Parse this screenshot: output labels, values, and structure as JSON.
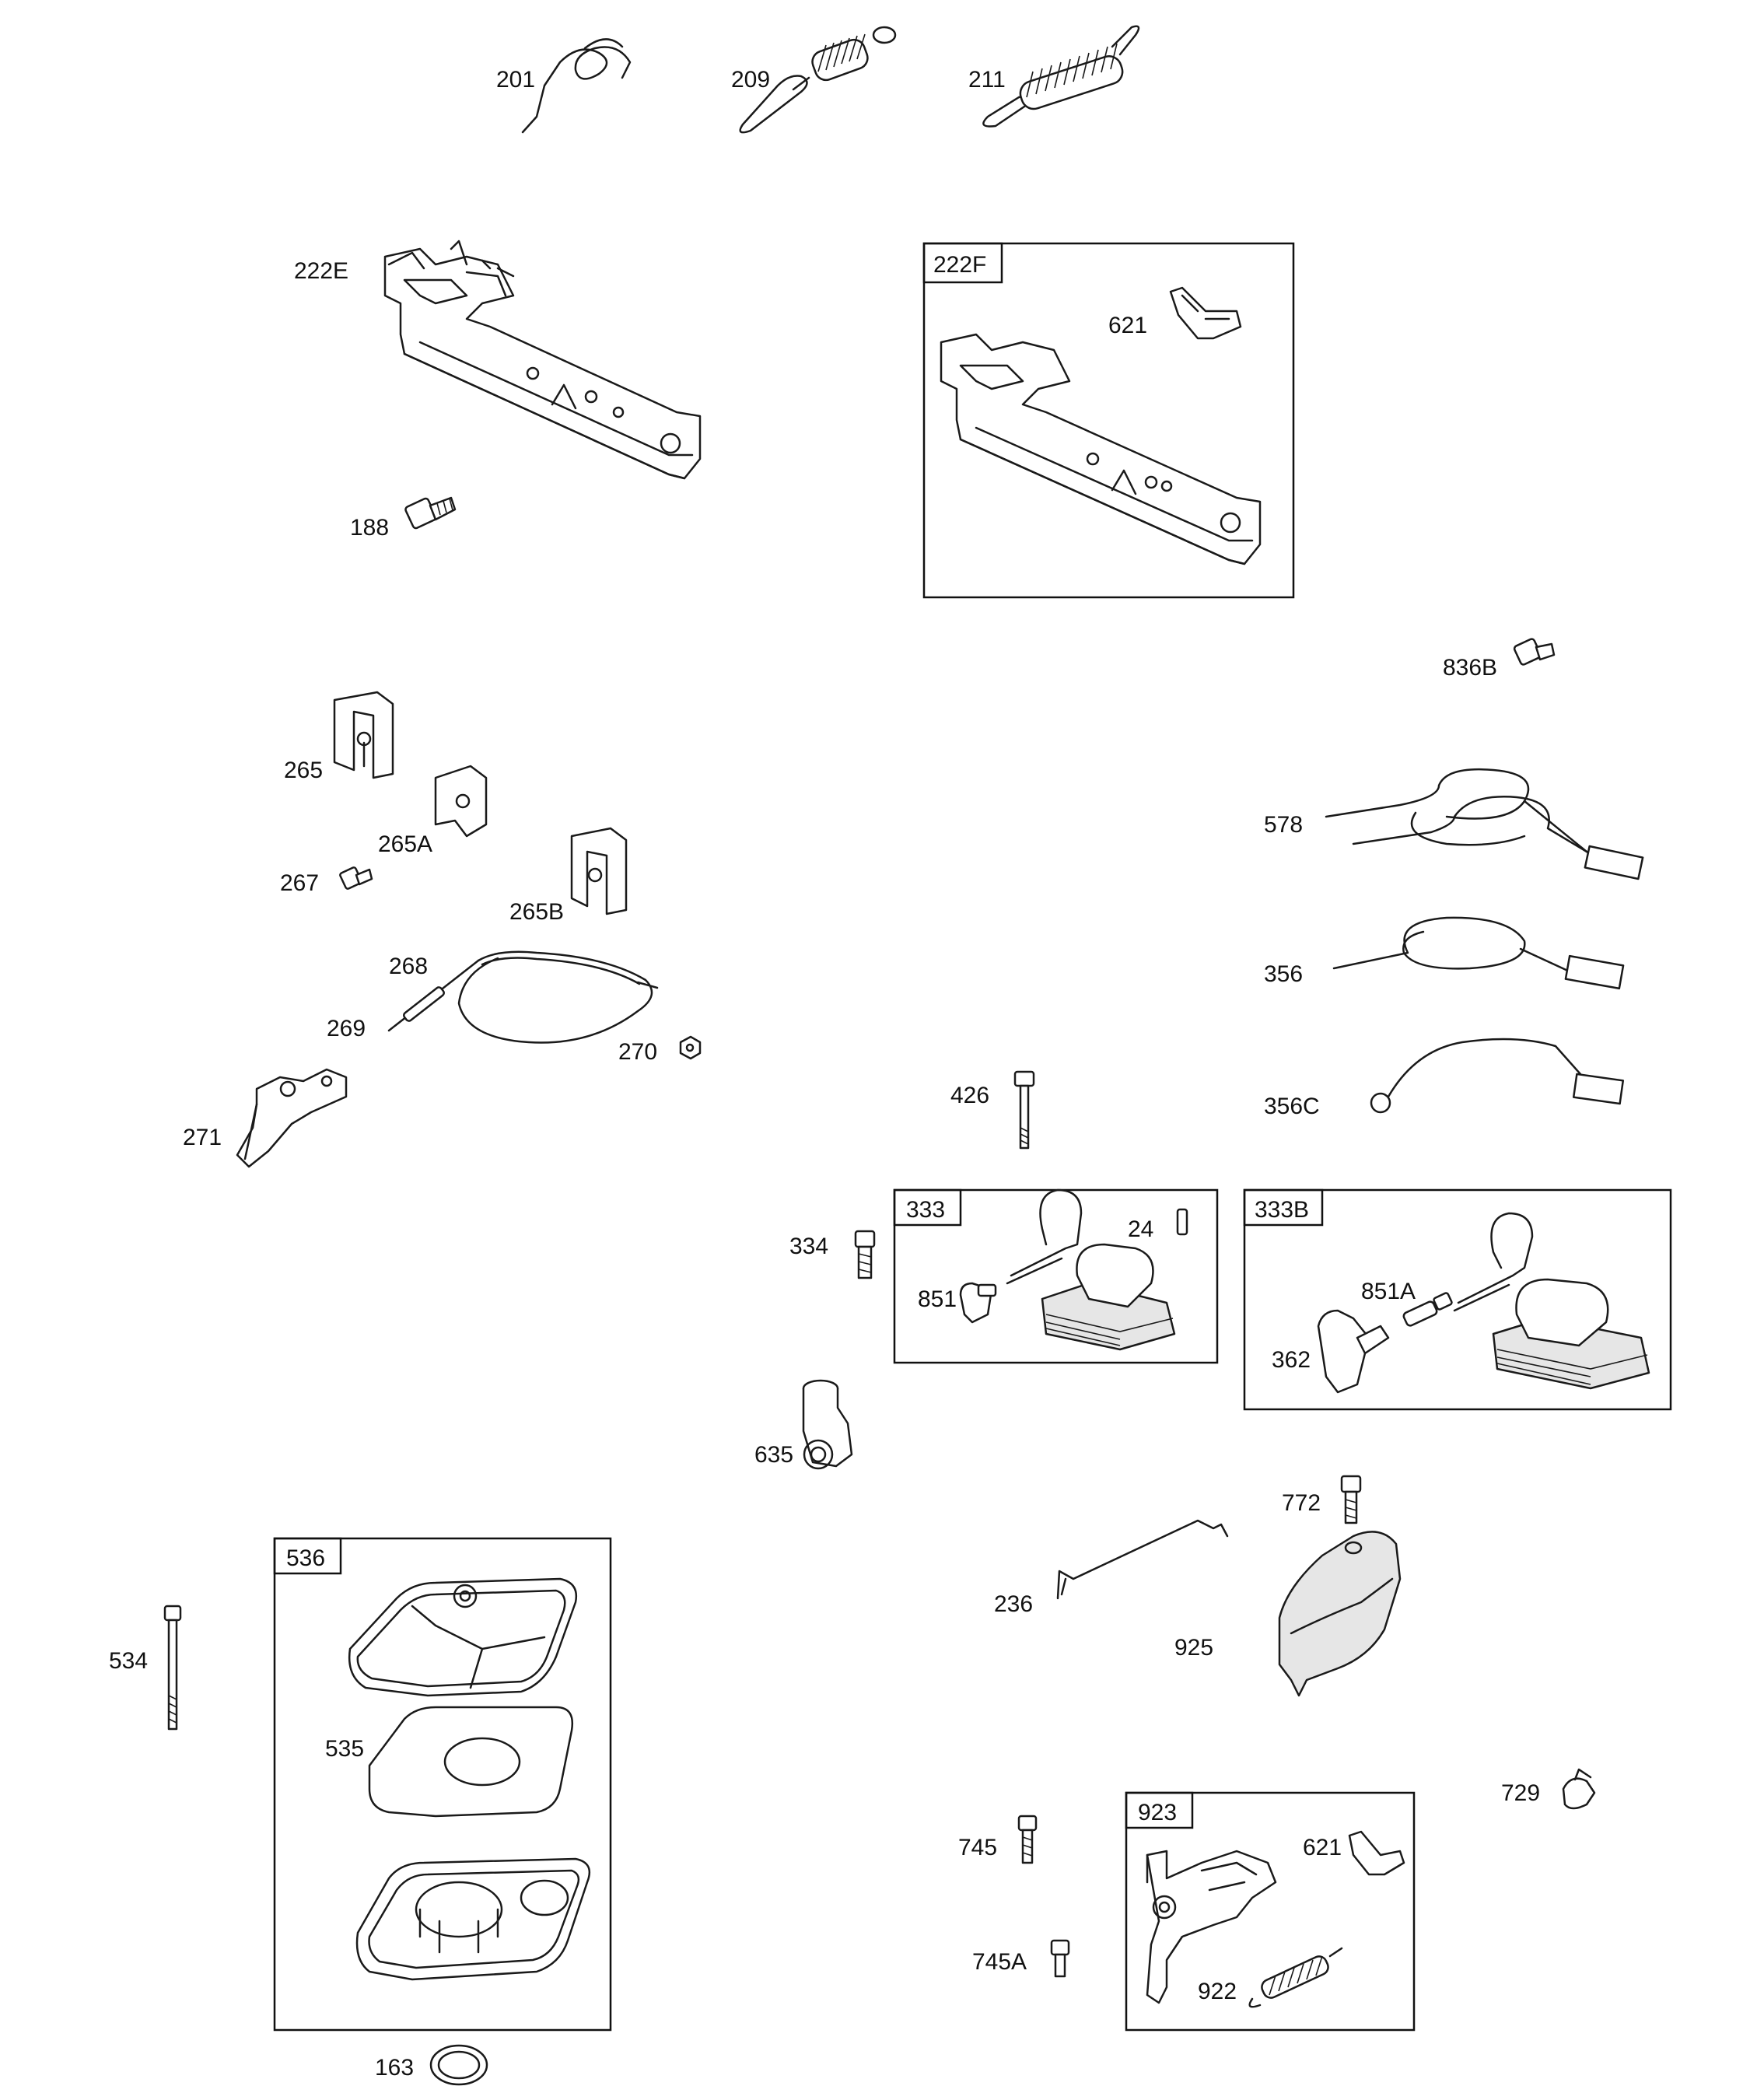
{
  "labels": {
    "p201": "201",
    "p209": "209",
    "p211": "211",
    "p222E": "222E",
    "p188": "188",
    "p222F": "222F",
    "p621a": "621",
    "p836B": "836B",
    "p265": "265",
    "p265A": "265A",
    "p267": "267",
    "p265B": "265B",
    "p268": "268",
    "p269": "269",
    "p270": "270",
    "p271": "271",
    "p578": "578",
    "p356": "356",
    "p356C": "356C",
    "p426": "426",
    "p334": "334",
    "p333": "333",
    "p24": "24",
    "p851": "851",
    "p333B": "333B",
    "p851A": "851A",
    "p362": "362",
    "p635": "635",
    "p772": "772",
    "p236": "236",
    "p925": "925",
    "p536": "536",
    "p534": "534",
    "p535": "535",
    "p163": "163",
    "p729": "729",
    "p745": "745",
    "p745A": "745A",
    "p923": "923",
    "p621b": "621",
    "p922": "922"
  },
  "colors": {
    "line": "#1a1a1a",
    "background": "#ffffff",
    "part_fill": "#e6e6e6"
  }
}
